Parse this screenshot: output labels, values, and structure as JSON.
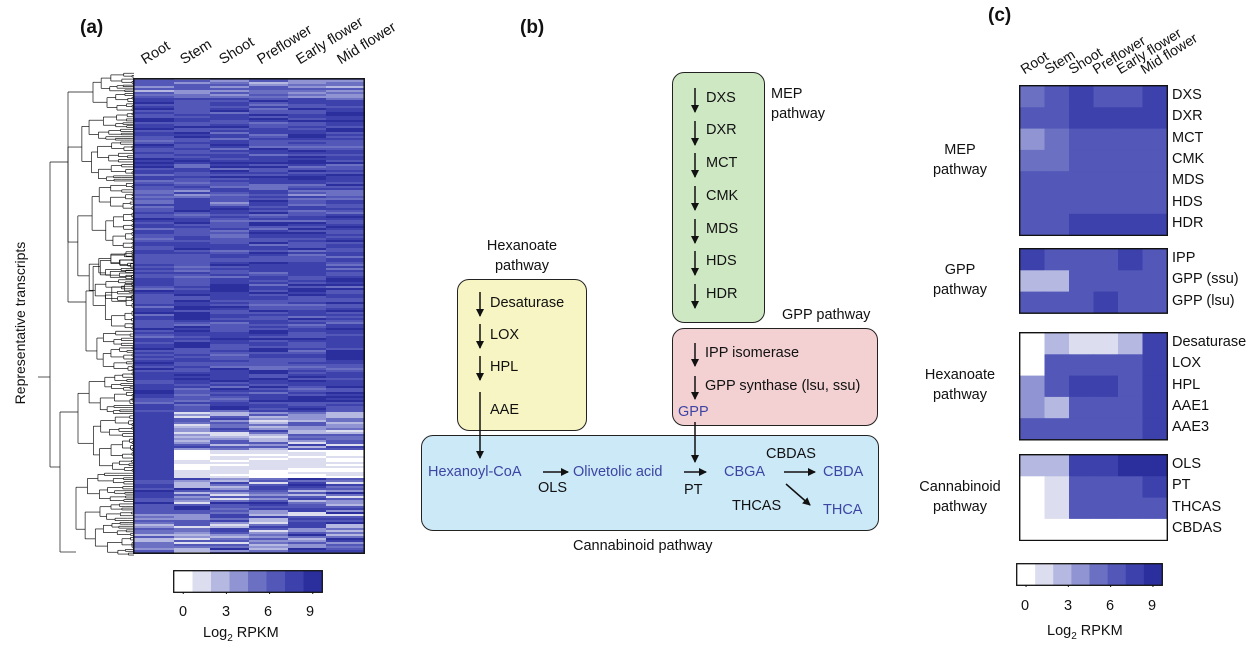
{
  "panels": {
    "a": "(a)",
    "b": "(b)",
    "c": "(c)"
  },
  "tissues": [
    "Root",
    "Stem",
    "Shoot",
    "Preflower",
    "Early flower",
    "Mid flower"
  ],
  "panel_a": {
    "ylabel": "Representative transcripts",
    "legend": {
      "ticks": [
        "0",
        "3",
        "6",
        "9"
      ],
      "title_main": "Log",
      "title_sub": "2",
      "title_rest": " RPKM"
    }
  },
  "panel_b": {
    "mep": {
      "title_line1": "MEP",
      "title_line2": "pathway",
      "enzymes": [
        "DXS",
        "DXR",
        "MCT",
        "CMK",
        "MDS",
        "HDS",
        "HDR"
      ]
    },
    "hexanoate": {
      "title_line1": "Hexanoate",
      "title_line2": "pathway",
      "enzymes": [
        "Desaturase",
        "LOX",
        "HPL",
        "AAE"
      ]
    },
    "gpp": {
      "title": "GPP pathway",
      "enzymes": [
        "IPP isomerase",
        "GPP synthase (lsu, ssu)"
      ],
      "product": "GPP"
    },
    "cannabinoid": {
      "title": "Cannabinoid pathway",
      "metabolites": {
        "hexanoyl": "Hexanoyl-CoA",
        "olivetolic": "Olivetolic acid",
        "cbga": "CBGA",
        "cbda": "CBDA",
        "thca": "THCA"
      },
      "enzymes": {
        "ols": "OLS",
        "pt": "PT",
        "cbdas": "CBDAS",
        "thcas": "THCAS"
      }
    }
  },
  "panel_c": {
    "groups": [
      {
        "label_line1": "MEP",
        "label_line2": "pathway",
        "genes": [
          "DXS",
          "DXR",
          "MCT",
          "CMK",
          "MDS",
          "HDS",
          "HDR"
        ],
        "values": [
          [
            5,
            7,
            8,
            7,
            7,
            8
          ],
          [
            7,
            7,
            8,
            8,
            8,
            8
          ],
          [
            4,
            5,
            7,
            7,
            7,
            7
          ],
          [
            5,
            5,
            6,
            6,
            7,
            7
          ],
          [
            6,
            6,
            7,
            7,
            7,
            7
          ],
          [
            6,
            6,
            7,
            7,
            7,
            7
          ],
          [
            7,
            7,
            8,
            8,
            8,
            8
          ]
        ]
      },
      {
        "label_line1": "GPP",
        "label_line2": "pathway",
        "genes": [
          "IPP",
          "GPP (ssu)",
          "GPP (lsu)"
        ],
        "values": [
          [
            8,
            7,
            7,
            7,
            8,
            7
          ],
          [
            3,
            3,
            6,
            6,
            7,
            7
          ],
          [
            6,
            6,
            7,
            8,
            7,
            7
          ]
        ]
      },
      {
        "label_line1": "Hexanoate",
        "label_line2": "pathway",
        "genes": [
          "Desaturase",
          "LOX",
          "HPL",
          "AAE1",
          "AAE3"
        ],
        "values": [
          [
            0,
            2,
            1,
            1,
            2,
            8
          ],
          [
            0,
            6,
            7,
            7,
            7,
            8
          ],
          [
            4,
            6,
            8,
            8,
            7,
            8
          ],
          [
            4,
            2,
            7,
            7,
            7,
            8
          ],
          [
            6,
            6,
            6,
            7,
            7,
            8
          ]
        ]
      },
      {
        "label_line1": "Cannabinoid",
        "label_line2": "pathway",
        "genes": [
          "OLS",
          "PT",
          "THCAS",
          "CBDAS"
        ],
        "values": [
          [
            3,
            2,
            8,
            8,
            9,
            9
          ],
          [
            0,
            1,
            6,
            6,
            7,
            8
          ],
          [
            0,
            1,
            6,
            6,
            7,
            7
          ],
          [
            0,
            0,
            0,
            0,
            0,
            0
          ]
        ]
      }
    ],
    "legend": {
      "ticks": [
        "0",
        "3",
        "6",
        "9"
      ],
      "title_main": "Log",
      "title_sub": "2",
      "title_rest": " RPKM"
    }
  },
  "colors": {
    "scale_low": "#ffffff",
    "scale_high": "#2b2f9e",
    "mep_box": "#cfe8c4",
    "hexanoate_box": "#f7f5c3",
    "gpp_box": "#f3d1d3",
    "cannabinoid_box": "#cce9f8",
    "metabolite_text": "#3d45a3"
  }
}
